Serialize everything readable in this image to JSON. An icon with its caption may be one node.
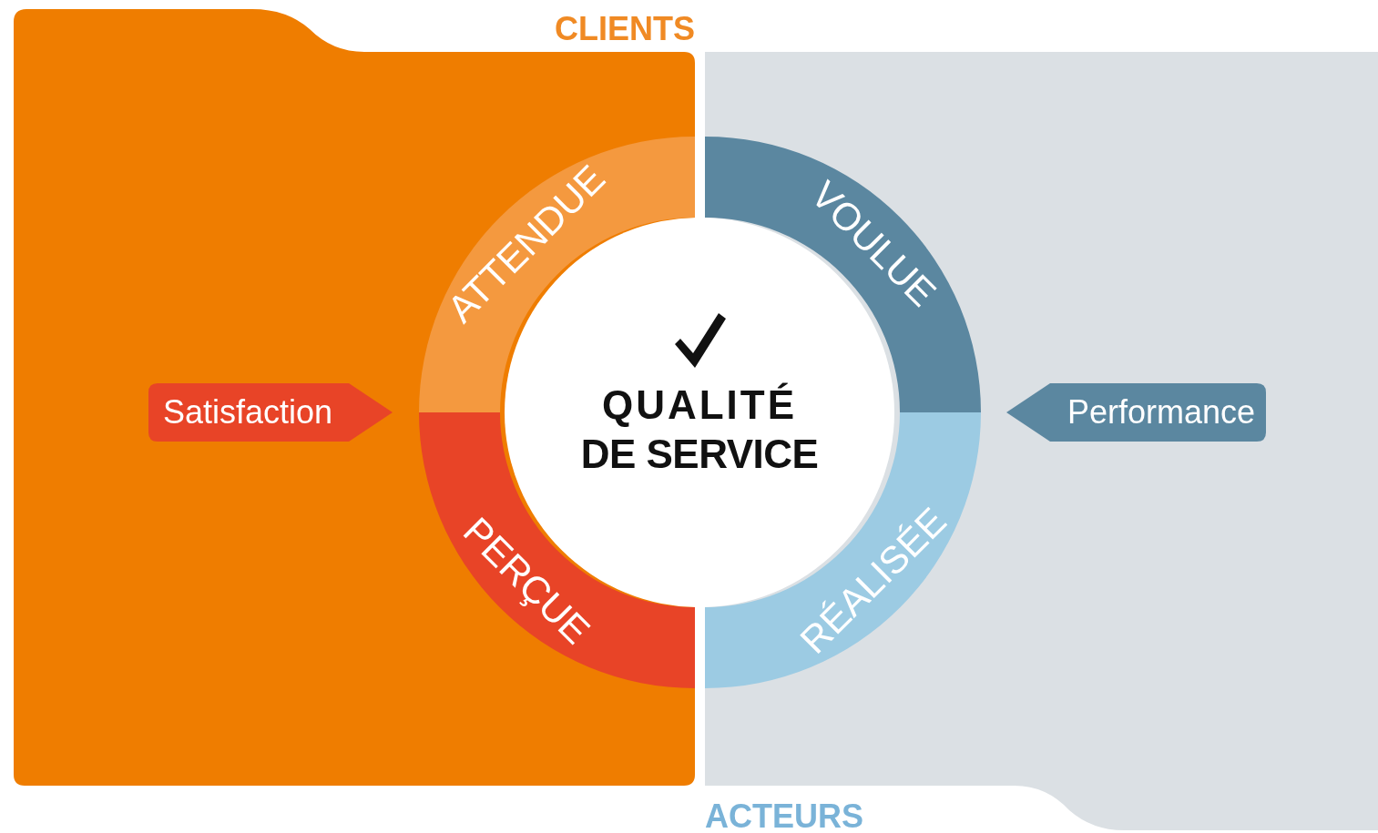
{
  "diagram": {
    "nodes": [
      {
        "text": [
          "CLIENTS"
        ]
      },
      {
        "text": [
          "ACTEURS"
        ]
      },
      {
        "text": [
          "ATTENDUE"
        ],
        "in": 0
      },
      {
        "text": [
          "VOULUE"
        ],
        "in": 1
      },
      {
        "text": [
          "PERÇUE"
        ],
        "in": 0
      },
      {
        "text": [
          "RÉALISÉE"
        ],
        "in": 1
      },
      {
        "text": [
          "QUALITÉ DE SERVICE"
        ]
      },
      {
        "text": [
          "Satisfaction"
        ],
        "in": 0
      },
      {
        "text": [
          "Performance"
        ],
        "in": 1
      }
    ]
  }
}
